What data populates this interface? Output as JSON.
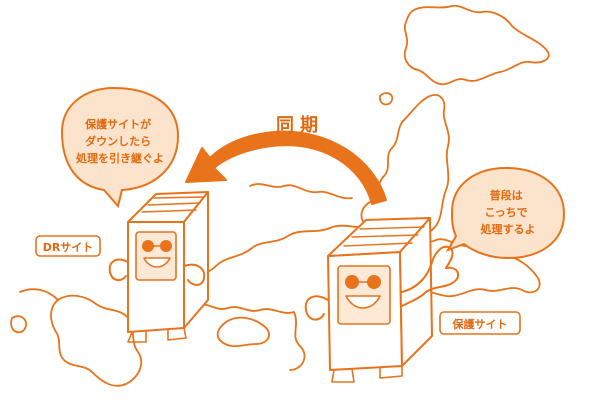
{
  "colors": {
    "line": "#e8731a",
    "bubble_fill": "#fce4cc",
    "face_fill": "#fde9d6",
    "arrow": "#e8731a",
    "text": "#e06a10"
  },
  "arrow_label": "同期",
  "dr_site": {
    "label": "DRサイト",
    "bubble_lines": [
      "保護サイトが",
      "ダウンしたら",
      "処理を引き継ぐよ"
    ]
  },
  "protected_site": {
    "label": "保護サイト",
    "bubble_lines": [
      "普段は",
      "こっちで",
      "処理するよ"
    ]
  },
  "icons": [
    "japan-map-outline",
    "server-character-icon",
    "sync-arrow-icon"
  ]
}
